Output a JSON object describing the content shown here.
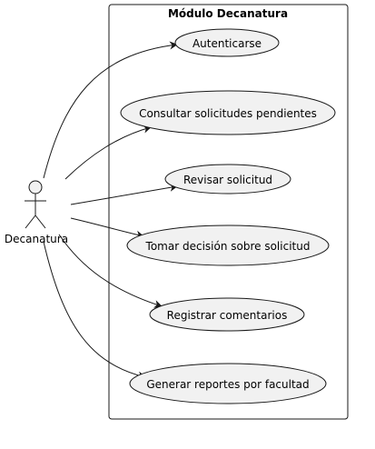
{
  "system": {
    "title": "Módulo Decanatura"
  },
  "actor": {
    "name": "Decanatura"
  },
  "use_cases": [
    {
      "id": "uc-autenticarse",
      "label": "Autenticarse"
    },
    {
      "id": "uc-consultar",
      "label": "Consultar solicitudes pendientes"
    },
    {
      "id": "uc-revisar",
      "label": "Revisar solicitud"
    },
    {
      "id": "uc-tomar-decision",
      "label": "Tomar decisión sobre solicitud"
    },
    {
      "id": "uc-registrar",
      "label": "Registrar comentarios"
    },
    {
      "id": "uc-generar-reportes",
      "label": "Generar reportes por facultad"
    }
  ],
  "colors": {
    "ellipse_fill": "#f1f1f1",
    "line": "#181818",
    "border": "#181818",
    "actor_fill": "#f1f1f1"
  }
}
